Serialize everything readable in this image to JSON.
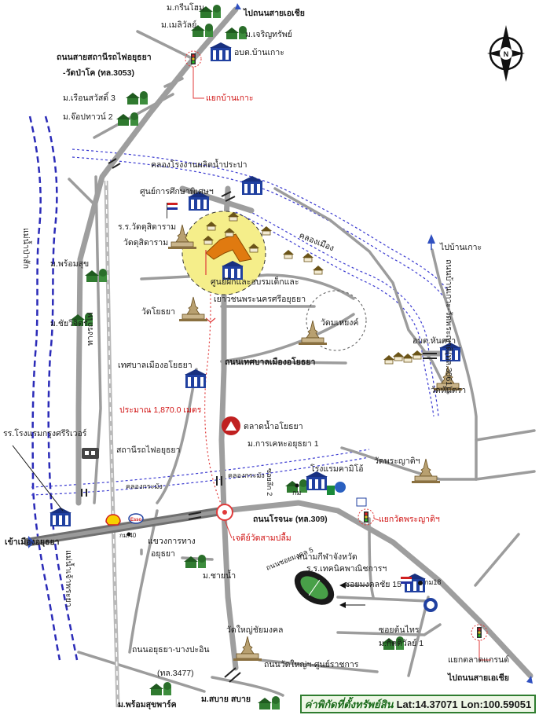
{
  "labels": {
    "krinhome": "ม.กรีนโฮม",
    "melivale": "ม.เมลิวัลย์",
    "charoensap": "ม.เจริญทรัพย์",
    "to_asia_top": "ไปถนนสายเอเชีย",
    "road_station": "ถนนสายสถานีรถไฟอยุธยา",
    "road_station_2": "-วัดป่าโค (ทล.3053)",
    "obt_bankao": "อบต.บ้านเกาะ",
    "ruensawat": "ม.เรือนสวัสดิ์ 3",
    "jofttown": "ม.จ๊อปทาวน์ 2",
    "yaek_bankao": "แยกบ้านเกาะ",
    "canal_plant": "คลองโรงงานผลิตน้ำประปา",
    "special_edu": "ศูนย์การศึกษาพิเศษฯ",
    "school_wat": "ร.ร.วัดดุสิดาราม",
    "wat_dusit": "วัดดุสิดาราม",
    "canal_mueang": "คลองเมือง",
    "to_bankao": "ไปบ้านเกาะ",
    "training_center_1": "ศูนย์ฝึกและอบรมเด็กและ",
    "training_center_2": "เยาวชนพระนครศรีอยุธยา",
    "prachum": "ม.พร้อมสุข",
    "chaiwichit": "ม.ชัยวิจิตร",
    "pasak_river": "แม่น้ำป่าสัก",
    "wat_yoya": "วัดโยธยา",
    "wat_maheyong": "วัดมเหยงค์",
    "road_bankao_wat": "ถนนบ้านเกาะ-วัดพระญาติ(ทล.3061)",
    "obt_hantra": "อบต.หันตรา",
    "wat_hantra": "วัดหันตรา",
    "railway": "ทางรถไฟ",
    "muni_yoya": "เทศบาลเมืองอโยธยา",
    "road_muni": "ถนนเทศบาลเมืองอโยธยา",
    "distance": "ประมาณ 1,870.0 เมตร",
    "market": "ตลาดน้ำอโยธยา",
    "kankheha": "ม.การเคหะอยุธยา 1",
    "krungsri_river": "รร.โรงแรมกรุงศรีริเวอร์",
    "station": "สถานีรถไฟอยุธยา",
    "wat_phrayat": "วัดพระญาติฯ",
    "canal_khaomao": "คลองกระมัง",
    "canal_khaomao_2": "คลองกระมัง",
    "hotel_hi": "โรงแรมคามิโอ้",
    "soi2": "ซอยลึก 2",
    "kom": "กม",
    "road_rojana": "ถนนโรจนะ (ทล.309)",
    "yaek_phrayat": "แยกวัดพระญาติฯ",
    "chedi": "เจดีย์วัดสามปลื้ม",
    "into_city": "เข้าเมืองอยุธยา",
    "road_dept": "แขวงการทาง",
    "road_dept_2": "อยุธยา",
    "km40": "กม.40",
    "chainam": "ม.ชายน้ำ",
    "road_soi5": "ถนนซอยมงคล 5",
    "stadium": "สนามกีฬาจังหวัด",
    "technic": "ร.ร.เทคนิคพาณิชการฯ",
    "soi15": "ซอยมงคลชัย 15",
    "km18": "กม18",
    "chaophraya": "แม่น้ำเจ้าพระยา",
    "wat_yaichai": "วัดใหญ่ชัยมงคล",
    "soi_suantai": "ซอยต้นไทร",
    "kittiwan": "ม.กิตติวัลย์ 1",
    "road_bangpain": "ถนนอยุธยา-บางปะอิน",
    "road_bangpain_2": "(ทล.3477)",
    "road_watyai": "ถนนวัดใหญ่ฯ-ศูนย์ราชการ",
    "yaek_grandmart": "แยกตลาดแกรนด์",
    "to_asia_bottom": "ไปถนนสายเอเชีย",
    "promsook_park": "ม.พร้อมสุขพาร์ค",
    "sabai": "ม.สบาย สบาย",
    "north": "N"
  },
  "coordinates": {
    "label": "ค่าพิกัดที่ตั้งทรัพย์สิน",
    "lat": "Lat:14.37071",
    "lon": "Lon:100.59051"
  },
  "colors": {
    "road": "#9c9c9c",
    "highway": "#7d7d7d",
    "river": "#2b2bb8",
    "canal": "#3a3ad0",
    "highlight": "#f5ee8a",
    "property": "#e07a10",
    "route": "#e03a3a",
    "text": "#1a1a1a",
    "red_text": "#d01010"
  },
  "icons": [
    "traffic-light-icon",
    "temple-icon",
    "school-icon",
    "village-icon",
    "north-arrow-icon",
    "train-station-icon",
    "shell-logo-icon",
    "esso-logo-icon",
    "stadium-icon",
    "market-icon"
  ]
}
